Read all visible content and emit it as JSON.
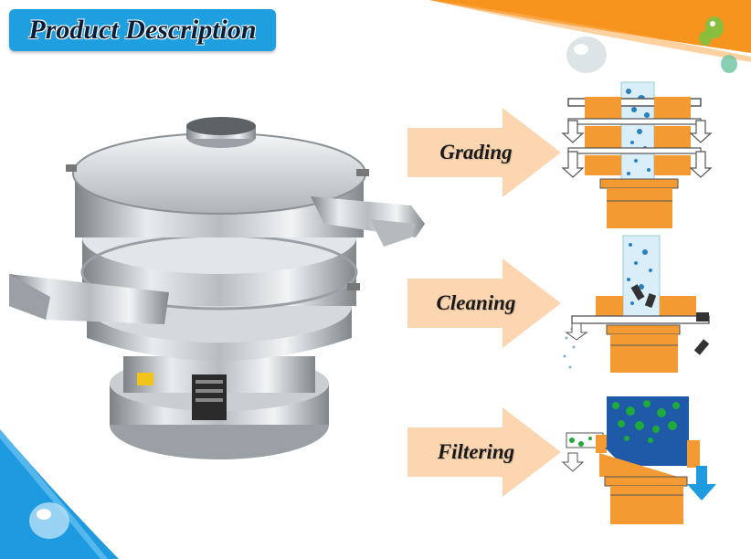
{
  "title": "Product Description",
  "functions": [
    {
      "label": "Grading",
      "icon": "grading-diagram"
    },
    {
      "label": "Cleaning",
      "icon": "cleaning-diagram"
    },
    {
      "label": "Filtering",
      "icon": "filtering-diagram"
    }
  ],
  "colors": {
    "title_badge": "#1f9fe0",
    "title_text": "#0a1e3c",
    "arrow_fill": "#fbd6b0",
    "sieve_orange": "#f39a32",
    "corner_orange": "#f7941d",
    "corner_blue": "#1e9be0",
    "particle_blue": "#2a7fc0",
    "particle_green": "#1faa3c"
  }
}
